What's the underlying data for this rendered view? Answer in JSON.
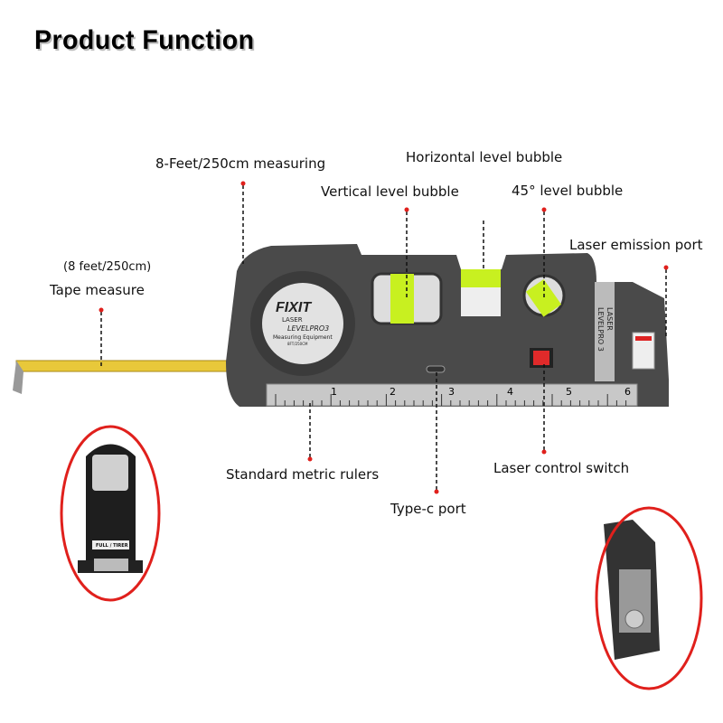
{
  "title": "Product Function",
  "labels": {
    "measuring": "8-Feet/250cm measuring",
    "horizontal_bubble": "Horizontal level bubble",
    "vertical_bubble": "Vertical level bubble",
    "angle_bubble": "45° level bubble",
    "laser_port": "Laser emission port",
    "tape_length": "(8 feet/250cm)",
    "tape_measure": "Tape measure",
    "rulers": "Standard metric rulers",
    "typec": "Type-c port",
    "switch": "Laser control switch"
  },
  "device": {
    "brand": "FIXIT",
    "badge_lines": [
      "LASER",
      "LEVELPRO3",
      "Measuring Equipment",
      "8FT/250CM"
    ],
    "side_label": [
      "LASER",
      "LEVELPRO 3"
    ],
    "ruler_ticks": [
      "1",
      "2",
      "3",
      "4",
      "5",
      "6"
    ],
    "inset_label": "FULL / TIRER"
  },
  "colors": {
    "callout_dot": "#e0201c",
    "inset_ring": "#e0201c",
    "bubble": "#c8f020",
    "body": "#4a4a4a",
    "tape": "#e8c83a"
  }
}
